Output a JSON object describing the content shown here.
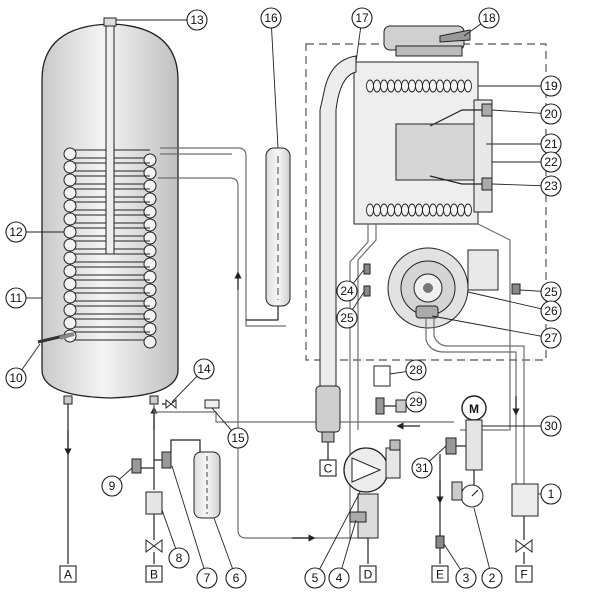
{
  "callouts": [
    "1",
    "2",
    "3",
    "4",
    "5",
    "6",
    "7",
    "8",
    "9",
    "10",
    "11",
    "12",
    "13",
    "14",
    "15",
    "16",
    "17",
    "18",
    "19",
    "20",
    "21",
    "22",
    "23",
    "24",
    "25",
    "25",
    "26",
    "27",
    "28",
    "29",
    "30",
    "31"
  ],
  "connections": [
    "A",
    "B",
    "C",
    "D",
    "E",
    "F"
  ],
  "symbols": {
    "motor": "M"
  }
}
